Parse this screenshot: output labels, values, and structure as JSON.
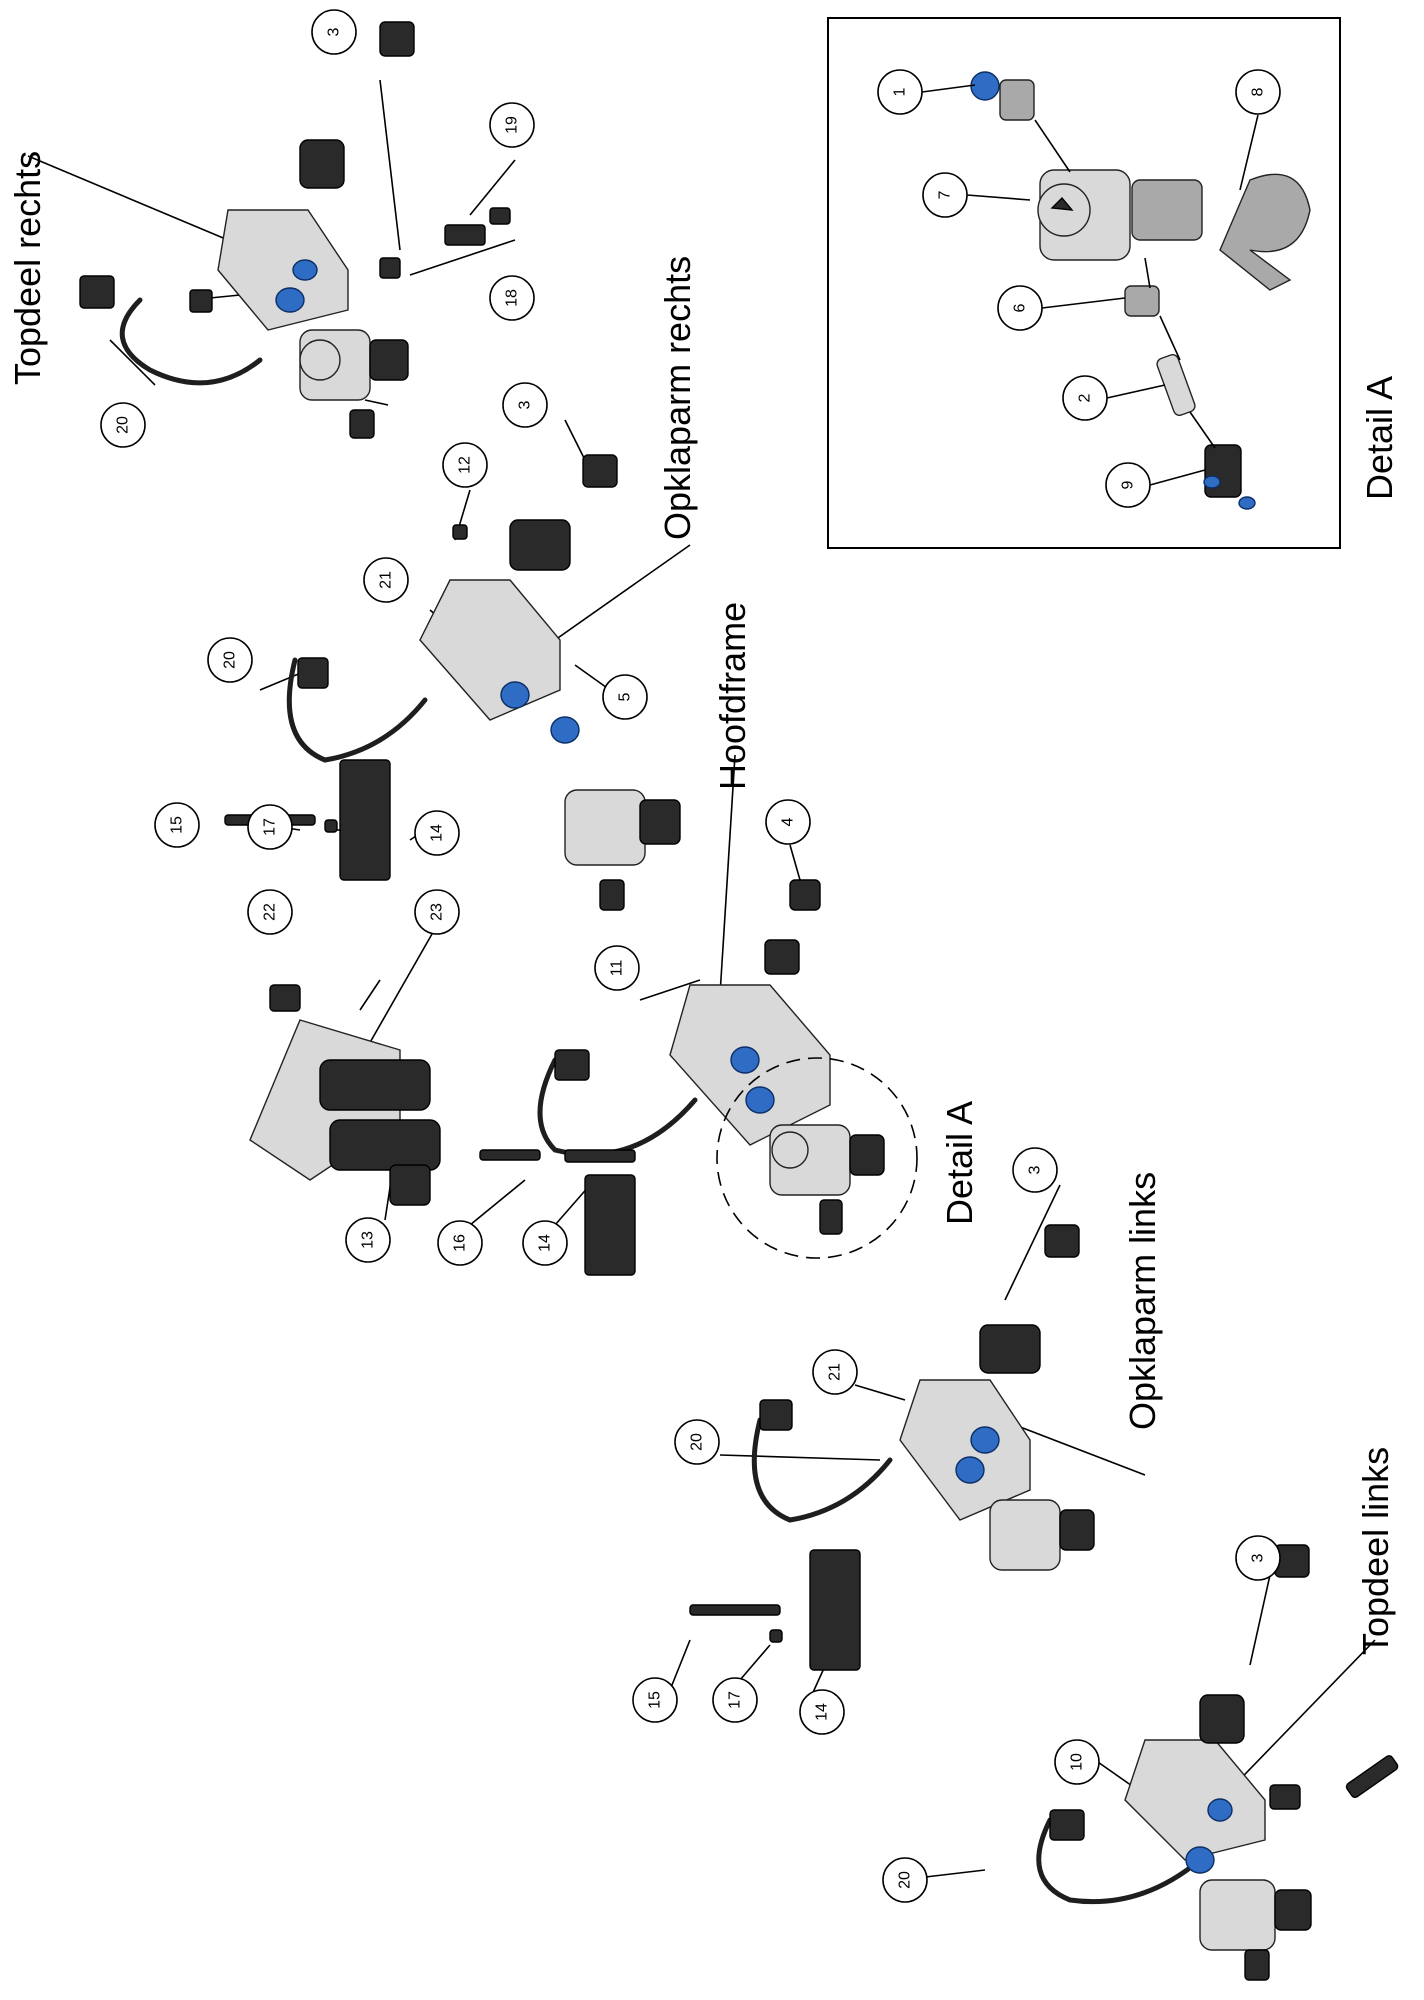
{
  "labels": {
    "topdeel_rechts": "Topdeel rechts",
    "opklaparm_rechts": "Opklaparm rechts",
    "hoofdframe": "Hoofdframe",
    "detail_a_callout": "Detail A",
    "opklaparm_links": "Opklaparm links",
    "topdeel_links": "Topdeel links",
    "detail_a_title": "Detail A"
  },
  "balloons": {
    "tr_3": "3",
    "tr_19": "19",
    "tr_18": "18",
    "tr_20": "20",
    "or_12": "12",
    "or_3": "3",
    "or_21": "21",
    "or_20": "20",
    "or_5": "5",
    "m_15": "15",
    "m_17": "17",
    "m_14a": "14",
    "h_22": "22",
    "h_23": "23",
    "h_4": "4",
    "h_11": "11",
    "h_13": "13",
    "h_16": "16",
    "h_14": "14",
    "d_3": "3",
    "ol_21": "21",
    "ol_20": "20",
    "ol_15": "15",
    "ol_17": "17",
    "ol_14": "14",
    "tl_3": "3",
    "tl_10": "10",
    "tl_20": "20",
    "da_1": "1",
    "da_8": "8",
    "da_7": "7",
    "da_6": "6",
    "da_2": "2",
    "da_9": "9"
  },
  "colors": {
    "line": "#000000",
    "metal_light": "#d9d9d9",
    "metal_mid": "#a9a9a9",
    "plastic_dark": "#2a2a2a",
    "fitting_blue": "#2f6cc4"
  }
}
